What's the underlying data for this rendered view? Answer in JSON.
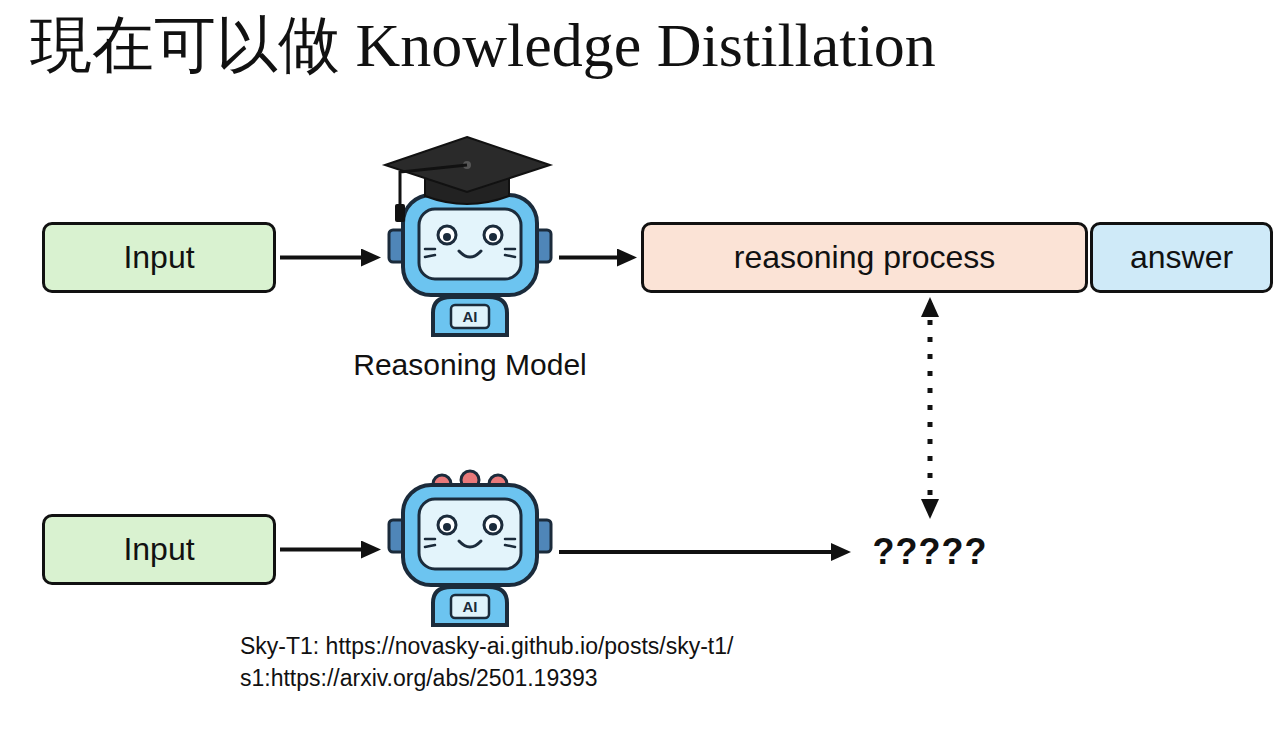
{
  "diagram": {
    "title": "現在可以做 Knowledge Distillation",
    "nodes": [
      {
        "text": [
          "Input"
        ]
      },
      {
        "text": [
          "AI",
          "Reasoning Model"
        ]
      },
      {
        "text": [
          "reasoning process"
        ]
      },
      {
        "text": [
          "answer"
        ]
      },
      {
        "text": [
          "Input"
        ]
      },
      {
        "text": [
          "AI"
        ]
      },
      {
        "text": [
          "?????"
        ]
      }
    ],
    "edges": [
      {
        "from": 0,
        "to": 1,
        "arrow": "to"
      },
      {
        "from": 1,
        "to": 2,
        "arrow": "to"
      },
      {
        "from": 4,
        "to": 5,
        "arrow": "to"
      },
      {
        "from": 5,
        "to": 6,
        "arrow": "to"
      },
      {
        "from": 2,
        "to": 6,
        "arrow": "both"
      }
    ],
    "labels": [
      "Sky-T1: https://novasky-ai.github.io/posts/sky-t1/",
      "s1:https://arxiv.org/abs/2501.19393"
    ]
  }
}
